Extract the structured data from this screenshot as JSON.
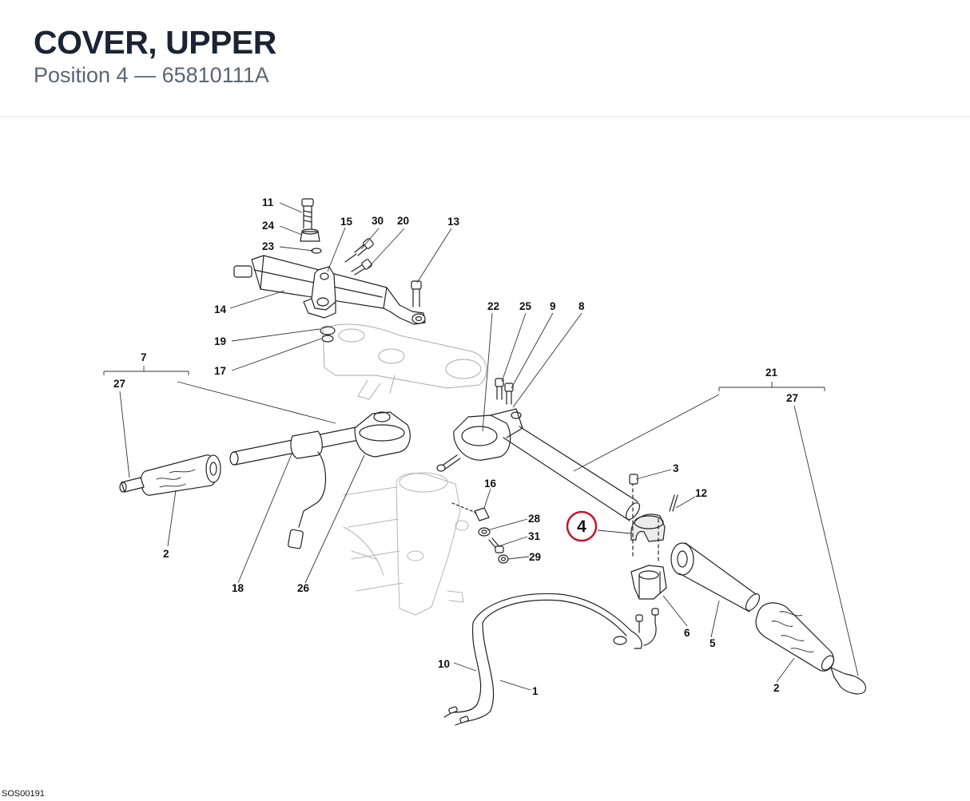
{
  "header": {
    "title": "COVER, UPPER",
    "position_label": "Position 4",
    "separator": "—",
    "part_number": "65810111A"
  },
  "diagram": {
    "highlight_color": "#c8102e",
    "highlighted_position": "4",
    "labels": [
      "11",
      "24",
      "23",
      "15",
      "30",
      "20",
      "13",
      "14",
      "19",
      "17",
      "22",
      "25",
      "9",
      "8",
      "7",
      "27",
      "21",
      "27",
      "3",
      "12",
      "16",
      "28",
      "31",
      "29",
      "2",
      "18",
      "26",
      "6",
      "5",
      "2",
      "10",
      "1"
    ],
    "drawing_code": "SOS00191"
  }
}
